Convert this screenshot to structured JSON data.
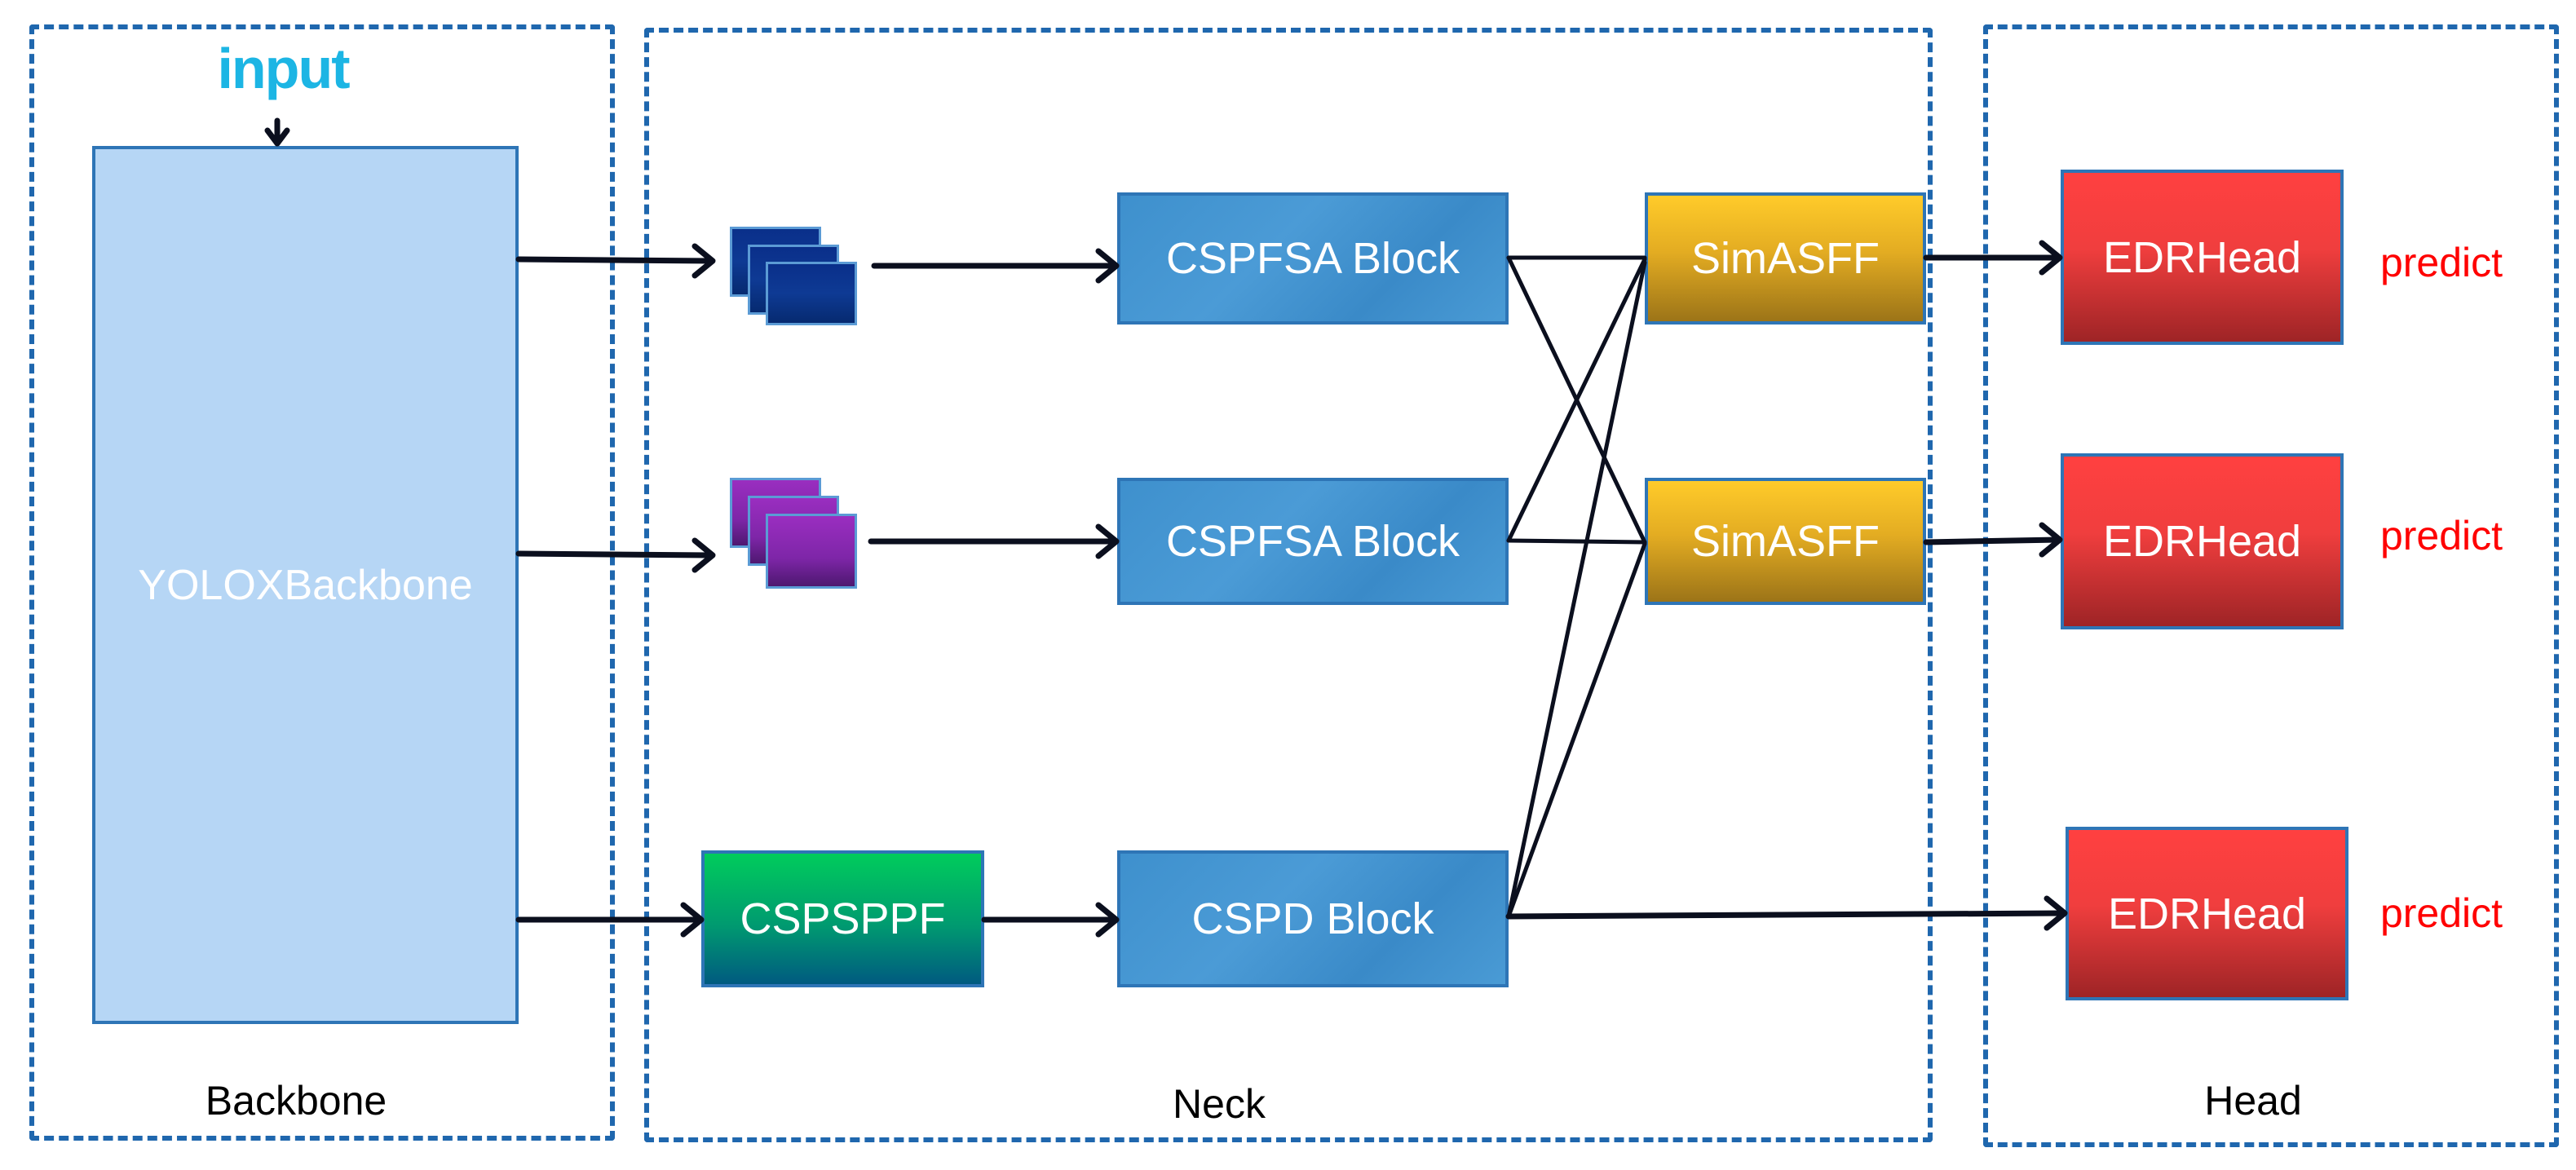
{
  "regions": {
    "backbone": "Backbone",
    "neck": "Neck",
    "head": "Head"
  },
  "input_label": "input",
  "backbone_block": "YOLOXBackbone",
  "neck": {
    "feature_maps": [
      {
        "name": "feature-map-stack-1",
        "color": "#0E3A94"
      },
      {
        "name": "feature-map-stack-2",
        "color": "#7E26A8"
      }
    ],
    "cspfsa_1": "CSPFSA Block",
    "cspfsa_2": "CSPFSA Block",
    "cspsppf": "CSPSPPF",
    "cspd": "CSPD Block",
    "simasff_1": "SimASFF",
    "simasff_2": "SimASFF"
  },
  "head": {
    "edrhead_1": "EDRHead",
    "edrhead_2": "EDRHead",
    "edrhead_3": "EDRHead",
    "predict_1": "predict",
    "predict_2": "predict",
    "predict_3": "predict"
  },
  "colors": {
    "region_border": "#1F67AE",
    "input_text": "#1CB5E4",
    "predict_text": "#FF0000",
    "backbone_fill": "#B6D6F5",
    "cspfsa_fill": "#4293D0",
    "cspsppf_fill": "#00B065",
    "simasff_fill": "#F2BC26",
    "edrhead_fill": "#F43E3E"
  }
}
